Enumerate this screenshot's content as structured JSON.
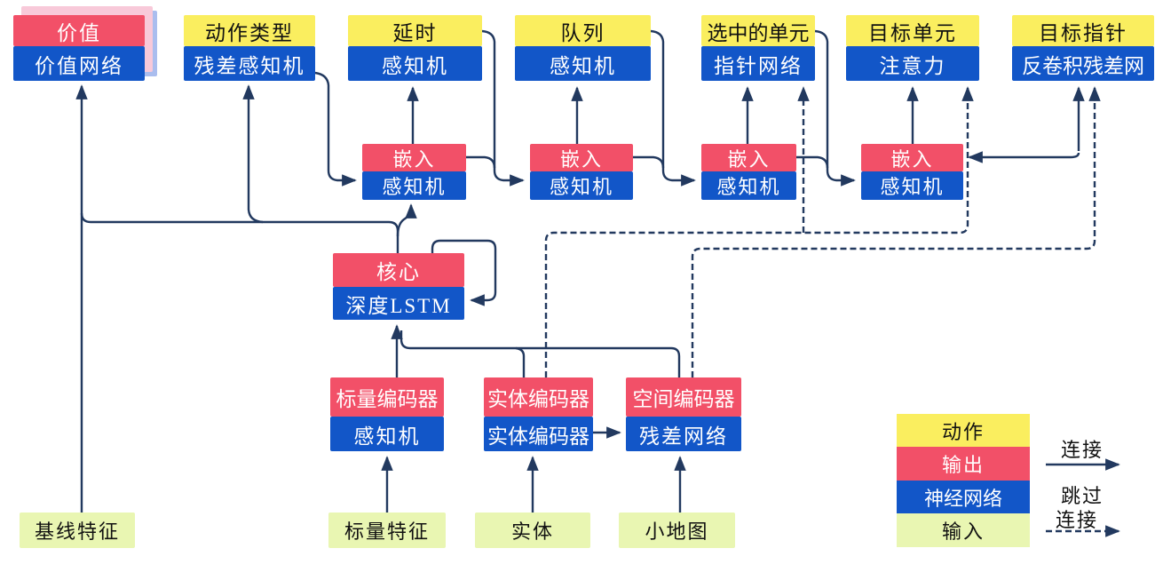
{
  "nodes": {
    "value": {
      "top": "价值",
      "bottom": "价值网络"
    },
    "action_type": {
      "top": "动作类型",
      "bottom": "残差感知机"
    },
    "delay": {
      "top": "延时",
      "bottom": "感知机"
    },
    "queue": {
      "top": "队列",
      "bottom": "感知机"
    },
    "selected_units": {
      "top": "选中的单元",
      "bottom": "指针网络"
    },
    "target_unit": {
      "top": "目标单元",
      "bottom": "注意力"
    },
    "target_point": {
      "top": "目标指针",
      "bottom": "反卷积残差网"
    },
    "embed1": {
      "top": "嵌入",
      "bottom": "感知机"
    },
    "embed2": {
      "top": "嵌入",
      "bottom": "感知机"
    },
    "embed3": {
      "top": "嵌入",
      "bottom": "感知机"
    },
    "embed4": {
      "top": "嵌入",
      "bottom": "感知机"
    },
    "core": {
      "top": "核心",
      "bottom": "深度LSTM"
    },
    "scalar_encoder": {
      "top": "标量编码器",
      "bottom": "感知机"
    },
    "entity_encoder": {
      "top": "实体编码器",
      "bottom": "实体编码器"
    },
    "spatial_encoder": {
      "top": "空间编码器",
      "bottom": "残差网络"
    }
  },
  "inputs": {
    "baseline_features": "基线特征",
    "scalar_features": "标量特征",
    "entities": "实体",
    "minimap": "小地图"
  },
  "legend": {
    "action": "动作",
    "output": "输出",
    "neural_net": "神经网络",
    "input": "输入",
    "connection": "连接",
    "skip_line1": "跳过",
    "skip_line2": "连接"
  },
  "colors": {
    "action_yellow": "#faee5f",
    "output_red": "#f25068",
    "network_blue": "#1256c8",
    "input_green": "#e9f6b2",
    "wire_navy": "#22395f",
    "shadow_pink": "#f8c9d9",
    "shadow_blue": "#aabdee"
  }
}
